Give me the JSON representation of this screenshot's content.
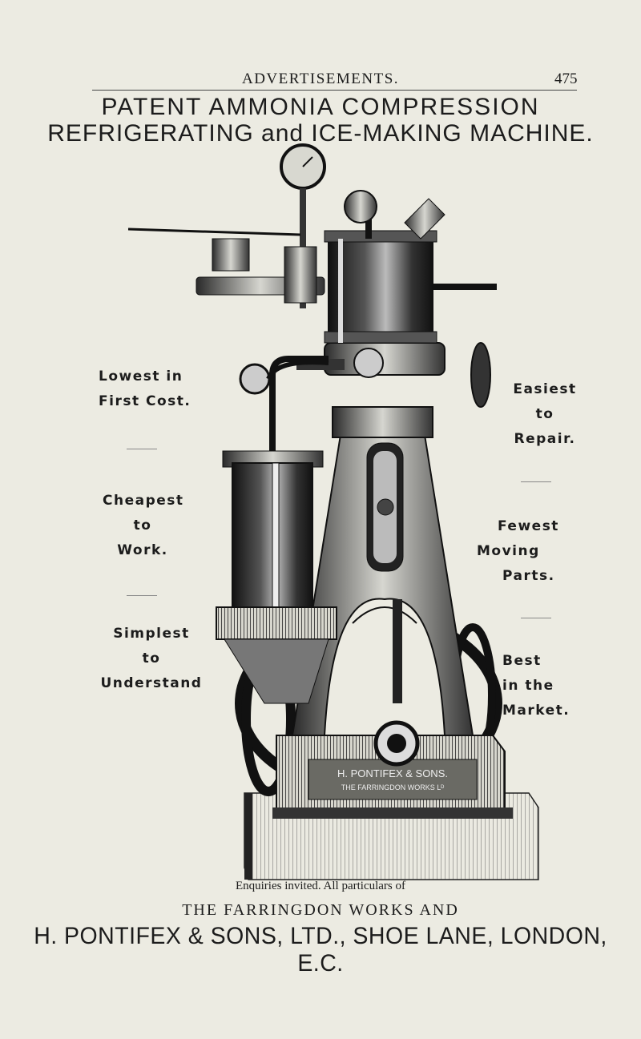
{
  "header": {
    "running_head": "ADVERTISEMENTS.",
    "page_number": "475"
  },
  "title": {
    "line1": "PATENT AMMONIA COMPRESSION",
    "line2": "REFRIGERATING and ICE-MAKING MACHINE."
  },
  "left_claims": [
    [
      "Lowest in",
      "First Cost."
    ],
    [
      "Cheapest",
      "to",
      "Work."
    ],
    [
      "Simplest",
      "to",
      "Understand"
    ]
  ],
  "right_claims": [
    [
      "Easiest",
      "to",
      "Repair."
    ],
    [
      "Fewest",
      "Moving",
      "Parts."
    ],
    [
      "Best",
      "in the",
      "Market."
    ]
  ],
  "machine_plate": {
    "line1": "H. PONTIFEX & SONS.",
    "line2": "THE FARRINGDON WORKS Lᴰ"
  },
  "footer": {
    "enquiries": "Enquiries invited. All particulars of",
    "works": "THE FARRINGDON WORKS AND",
    "company": "H. PONTIFEX & SONS, LTD., SHOE LANE, LONDON, E.C."
  }
}
